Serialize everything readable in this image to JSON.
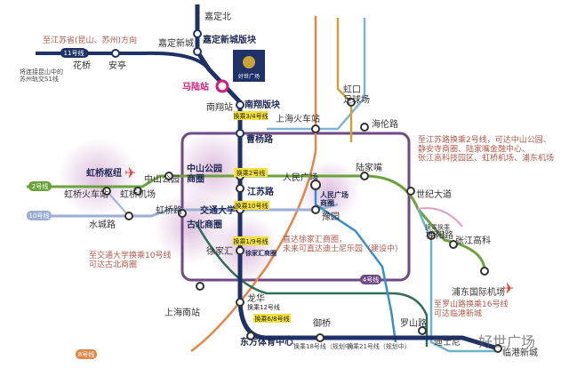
{
  "colors": {
    "line11": "#1f3268",
    "line2": "#6aa33a",
    "line10": "#9aaed6",
    "line1": "#1f3268",
    "line4": "#6e4a86",
    "line3": "#c9a23a",
    "line8": "#3b8ec9",
    "line12": "#2f6e57",
    "line13": "#e39bbf",
    "line16": "#6fb2c8",
    "orange": "#e0874a",
    "brand": "#d71a7a",
    "accent_text": "#b05a4a",
    "badge_yellow": "#f4e23c"
  },
  "stations": {
    "jiading_north": "嘉定北",
    "jiading_xincheng": "嘉定新城",
    "jiading_block": "嘉定新城版块",
    "huaqiao": "花桥",
    "anting": "安亭",
    "malu": "马陆站",
    "nanxiang_station": "南翔站",
    "nanxiang_block": "南翔版块",
    "honghou": "虹口\n足球场",
    "shanghai_rail": "上海火车站",
    "hailun": "海伦路",
    "caoyang": "曹杨路",
    "hongqiao_hub": "虹桥枢纽",
    "hongqiao_rail": "虹桥火车站",
    "hongqiao_airport": "虹桥机场",
    "zhongshan_park": "中山公园",
    "zhongshan_block": "中山公园\n商圈",
    "jiangsu_rd": "江苏路",
    "peoples_square": "人民广场",
    "peoples_square_block": "人民广场\n商圈",
    "lujiazui": "陆家嘴",
    "century_ave": "世纪大道",
    "hongqiao_rd": "虹桥路",
    "jiaotong_univ": "交通大学",
    "gubei_block": "古北商圈",
    "shuicheng_rd": "水城路",
    "yuyuan": "豫园",
    "xujiahui": "徐家汇",
    "xujiahui_block": "徐家汇商圈",
    "longyang_rd": "龙阳路",
    "zhangjiang": "张江高科",
    "pudong_airport": "浦东国际机场",
    "longhua": "龙华",
    "shanghai_south": "上海南站",
    "dongfang_sports": "东方体育中心",
    "yuqiao": "御桥",
    "luoshan_rd": "罗山路",
    "disney": "迪士尼",
    "lingang": "临港新城"
  },
  "badges": {
    "line11": "11号线",
    "line2": "2号线",
    "line10": "10号线",
    "line4": "4号线",
    "line8": "8号线",
    "t34": "换乘3/4号线",
    "t2": "换乘2号线",
    "t10": "换乘10号线",
    "t19": "换乘1/9号线",
    "t12": "换乘12号线",
    "t68": "换乘6/8号线",
    "t18": "换乘18号线（规划中）",
    "t21": "换乘21号线（规划中）",
    "t16": "换乘换乘\n16号线"
  },
  "annotations": {
    "to_jiangsu": "至江苏省(昆山、苏州)方向",
    "huaqiao_note": "将连接昆山中的\n苏州轨交S1线",
    "right_note": "至江苏路换乘2号线，可达中山公园、\n静安寺商圈、陆家嘴金融中心、\n张江高科技园区、虹桥机场、浦东机场",
    "xujiahui_note": "直达徐家汇商圈，\n未来可直达迪士尼乐园（建设中）",
    "left_note": "至交通大学换乘10号线\n可达古北商圈",
    "luoshan_note": "至罗山路换乘16号线\n可达临港新城"
  },
  "brand": {
    "logo_caption": "好世广场",
    "watermark": "好世广场"
  }
}
